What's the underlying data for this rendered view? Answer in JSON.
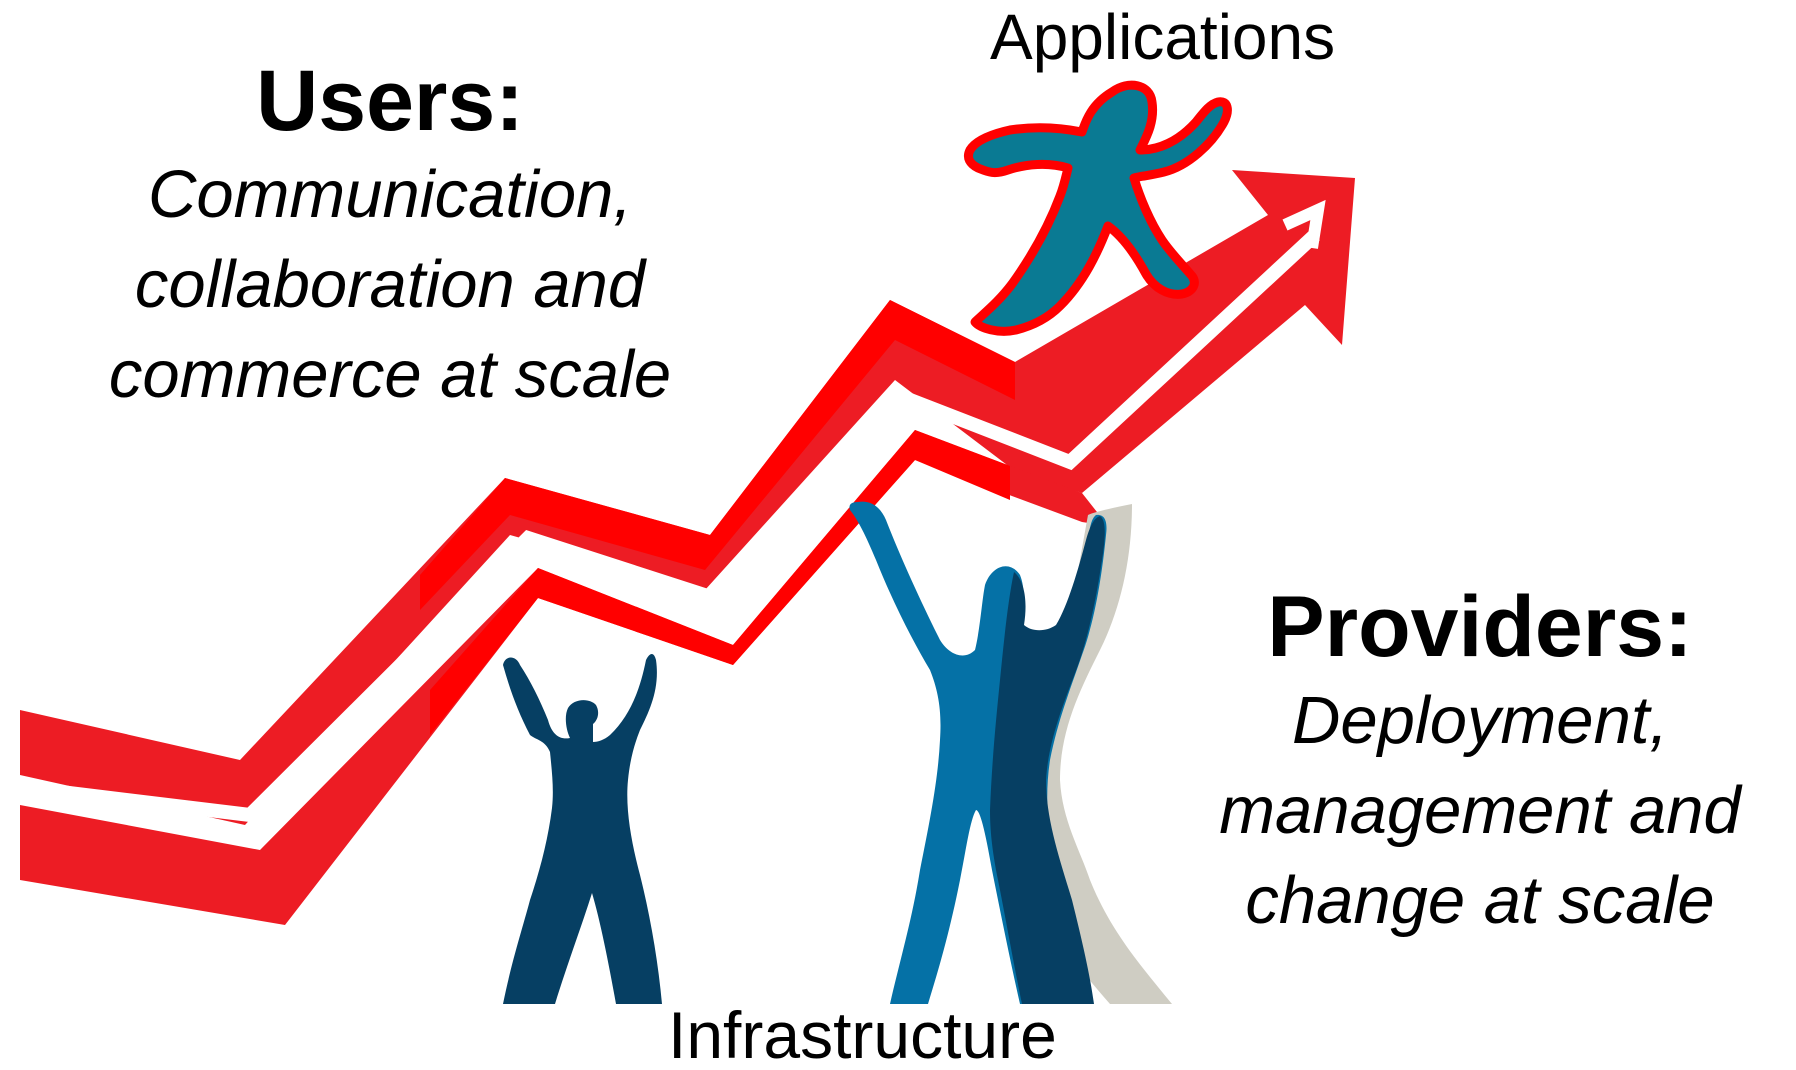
{
  "labels": {
    "top": "Applications",
    "bottom": "Infrastructure"
  },
  "users": {
    "heading": "Users:",
    "lines": [
      "Communication,",
      "collaboration and",
      "commerce at scale"
    ]
  },
  "providers": {
    "heading": "Providers:",
    "lines": [
      "Deployment,",
      "management and",
      "change at scale"
    ]
  },
  "colors": {
    "arrow": "#ed1c24",
    "arrow_bright": "#ff0000",
    "climber": "#0a7a93",
    "climber_outline": "#ff0000",
    "figure_dark": "#063f63",
    "figure_mid": "#0571a6",
    "figure_shadow": "#cfcdc3"
  },
  "icons": {
    "arrow": "rising-zigzag-arrow-icon",
    "climber": "running-person-icon",
    "small_lifter": "lifting-person-icon",
    "large_lifter": "lifting-person-icon"
  }
}
